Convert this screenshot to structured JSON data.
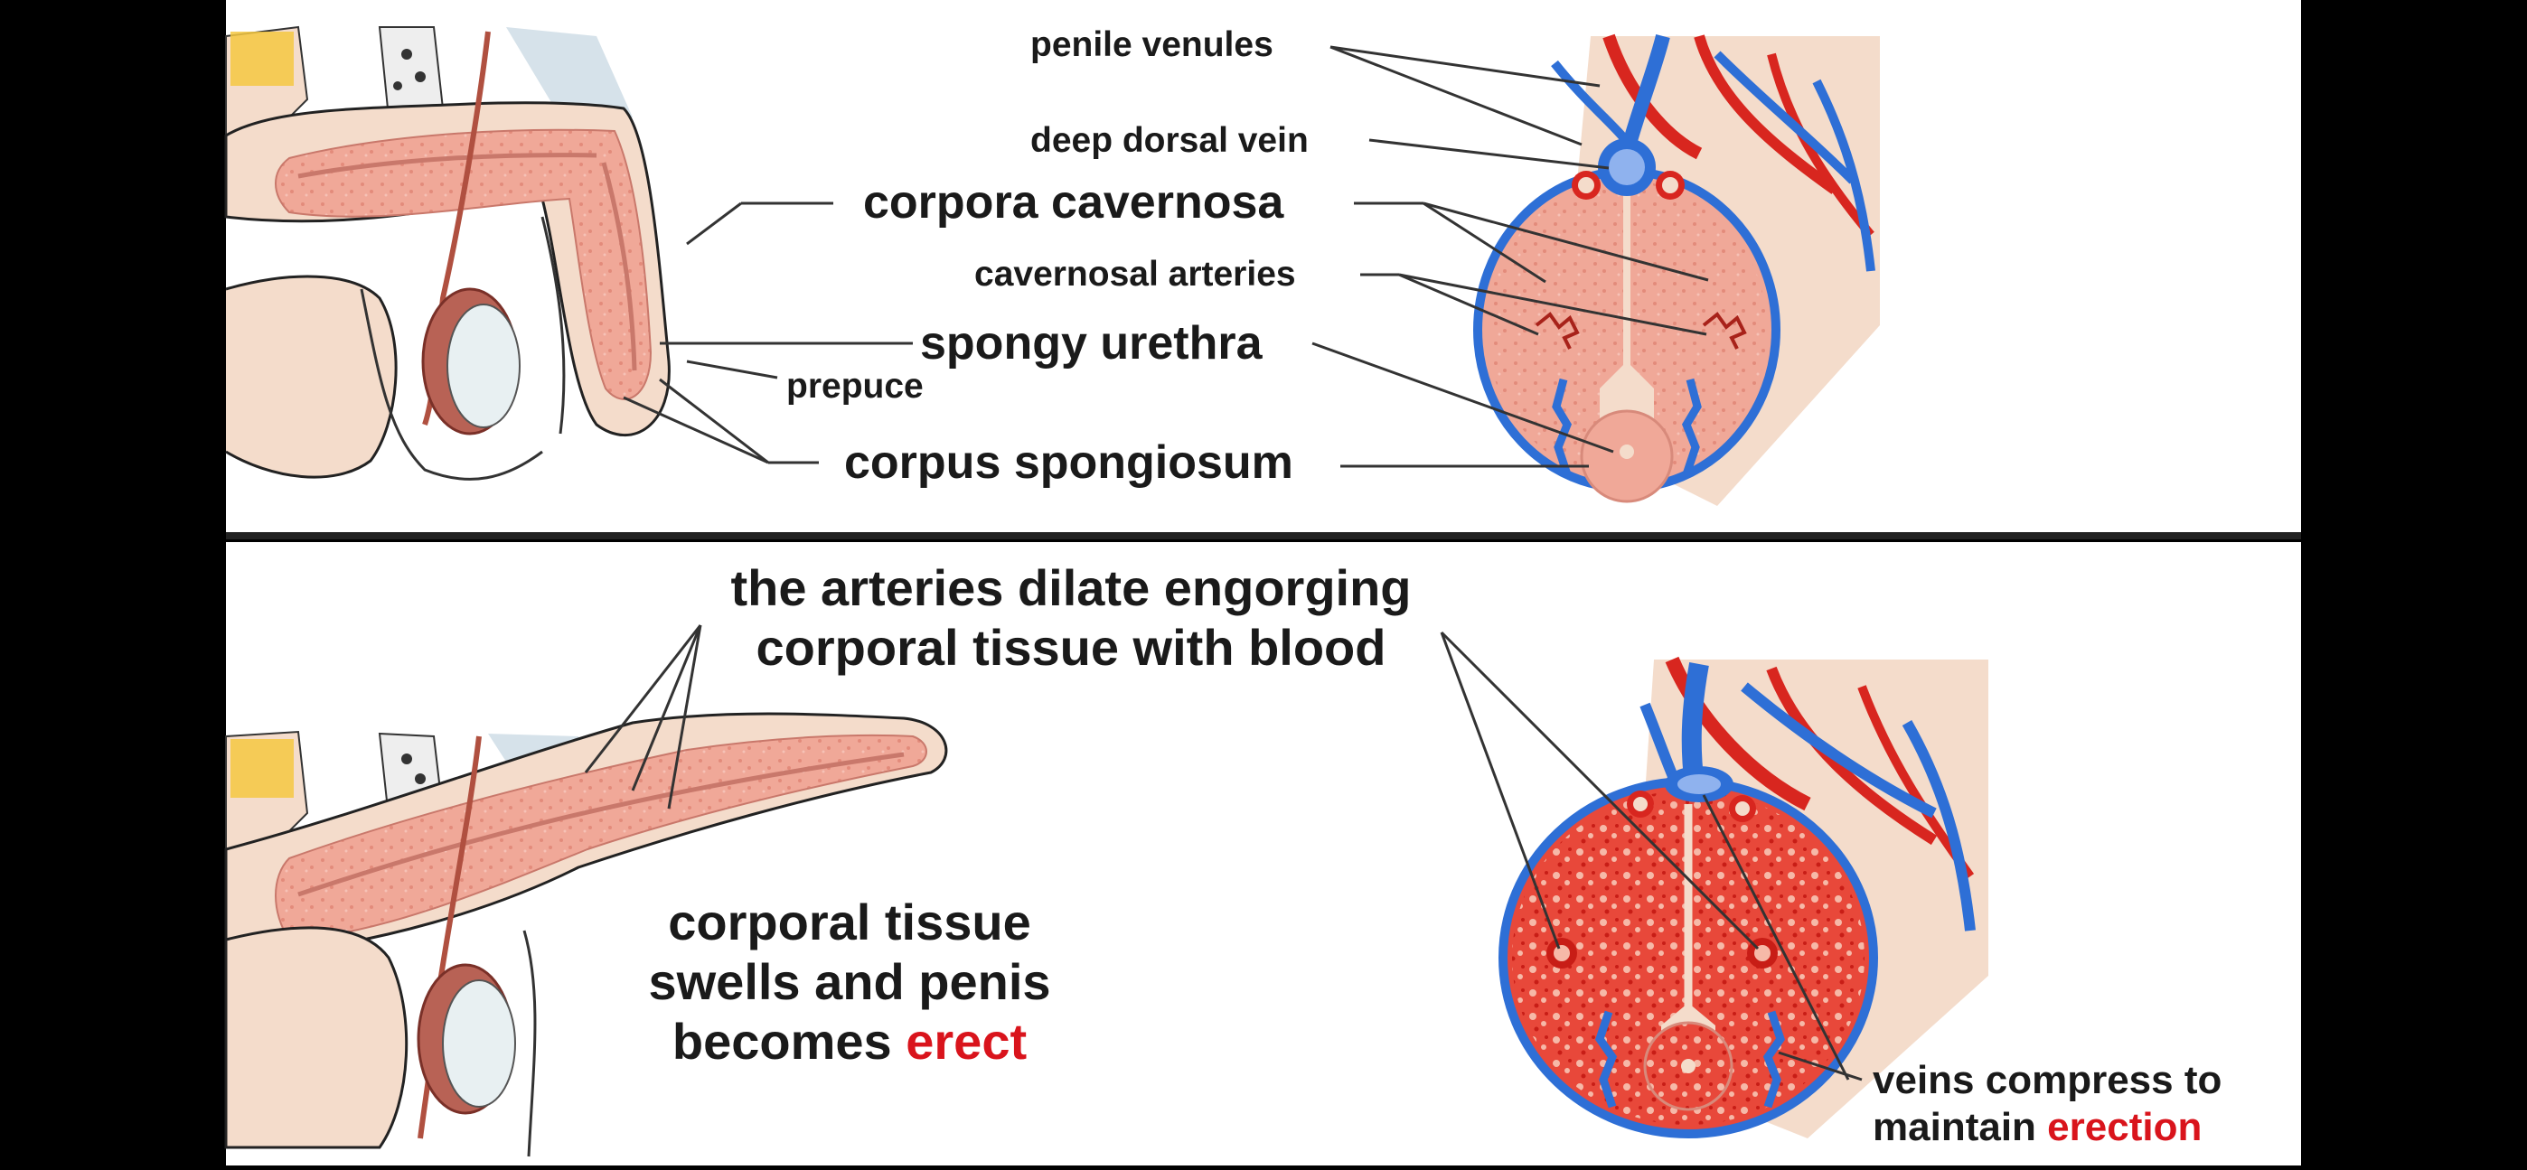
{
  "colors": {
    "background": "#ffffff",
    "frame": "#000000",
    "divider": "#222222",
    "tissue": "#f3b8ac",
    "tissue_dark": "#e79a8d",
    "erect_tissue": "#e8483a",
    "vein_blue": "#2e6fd6",
    "artery_red": "#d8261f",
    "skin": "#f4dccb",
    "accent_red": "#d9141c",
    "label_text": "#1a1a1a"
  },
  "top_panel": {
    "labels": {
      "penile_venules": "penile venules",
      "deep_dorsal_vein": "deep dorsal vein",
      "corpora_cavernosa": "corpora cavernosa",
      "cavernosal_arteries": "cavernosal arteries",
      "spongy_urethra": "spongy urethra",
      "prepuce": "prepuce",
      "corpus_spongiosum": "corpus spongiosum"
    }
  },
  "bottom_panel": {
    "arteries_line1": "the arteries dilate engorging",
    "arteries_line2": "corporal tissue with blood",
    "swell_line1": "corporal tissue",
    "swell_line2": "swells and penis",
    "swell_line3_prefix": "becomes",
    "swell_line3_highlight": "erect",
    "veins_line1": "veins compress to",
    "veins_line2_prefix": "maintain",
    "veins_line2_highlight": "erection"
  }
}
